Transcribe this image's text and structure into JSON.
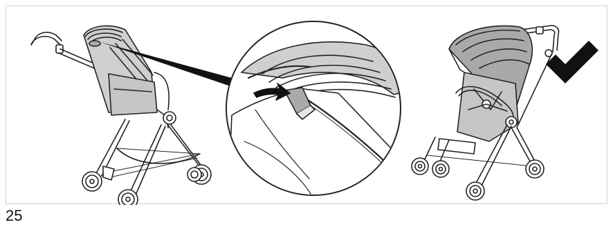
{
  "step": {
    "number": "25"
  },
  "illustration": {
    "stroke_color": "#222222",
    "canopy_fill": "#cfcfcf",
    "canopy_dark_fill": "#a9a9a9",
    "seat_fill": "#c6c6c6",
    "check_color": "#111111",
    "arrow_color": "#111111",
    "callout_fill": "#ffffff",
    "pointer_fill": "#111111",
    "icons": [
      "stroller-rear-view",
      "zoom-detail-callout",
      "stroller-front-view",
      "checkmark-icon"
    ]
  }
}
